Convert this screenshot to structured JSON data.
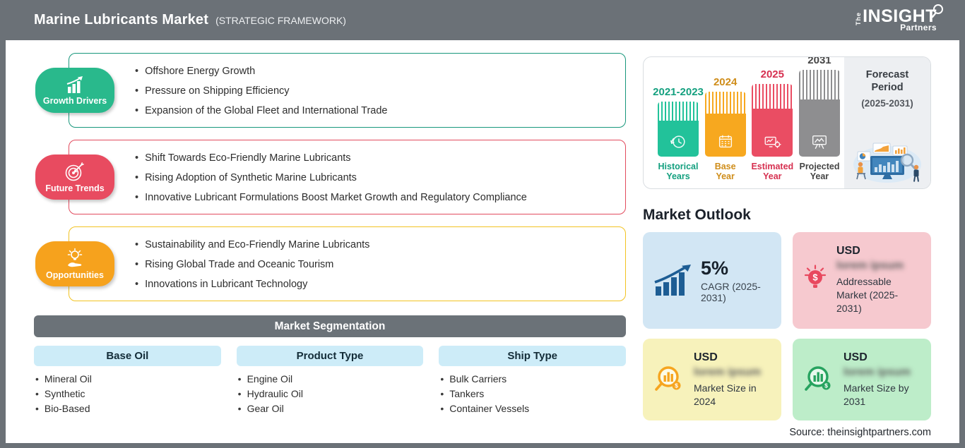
{
  "header": {
    "title": "Marine Lubricants Market",
    "subtitle": "(STRATEGIC FRAMEWORK)",
    "logo": {
      "the": "The",
      "insight": "INSIGHT",
      "partners": "Partners"
    }
  },
  "framework": [
    {
      "label": "Growth Drivers",
      "color": "#29b98c",
      "border_color": "#18977c",
      "icon": "growth-chart-icon",
      "items": [
        "Offshore Energy Growth",
        "Pressure on Shipping Efficiency",
        "Expansion of the Global Fleet and International Trade"
      ]
    },
    {
      "label": "Future Trends",
      "color": "#e84b60",
      "border_color": "#e24b5e",
      "icon": "target-dart-icon",
      "items": [
        "Shift Towards Eco-Friendly Marine Lubricants",
        "Rising Adoption of Synthetic Marine Lubricants",
        "Innovative Lubricant Formulations Boost Market Growth and Regulatory Compliance"
      ]
    },
    {
      "label": "Opportunities",
      "color": "#f6a21d",
      "border_color": "#f2c322",
      "icon": "bulb-hand-icon",
      "items": [
        "Sustainability and Eco-Friendly Marine Lubricants",
        "Rising Global Trade and Oceanic Tourism",
        "Innovations in Lubricant Technology"
      ]
    }
  ],
  "segmentation": {
    "title": "Market Segmentation",
    "columns": [
      {
        "header": "Base Oil",
        "items": [
          "Mineral Oil",
          "Synthetic",
          "Bio-Based"
        ]
      },
      {
        "header": "Product Type",
        "items": [
          "Engine Oil",
          "Hydraulic Oil",
          "Gear Oil"
        ]
      },
      {
        "header": "Ship Type",
        "items": [
          "Bulk Carriers",
          "Tankers",
          "Container Vessels"
        ]
      }
    ]
  },
  "timeline": {
    "bars": [
      {
        "year": "2021-2023",
        "label": "Historical Years",
        "color": "#22c29a",
        "icon": "history-clock-icon"
      },
      {
        "year": "2024",
        "label": "Base Year",
        "color": "#f7a81f",
        "icon": "calendar-icon"
      },
      {
        "year": "2025",
        "label": "Estimated Year",
        "color": "#ea4d63",
        "icon": "estimation-icon"
      },
      {
        "year": "2031",
        "label": "Projected Year",
        "color": "#8e8e90",
        "icon": "projection-icon"
      }
    ],
    "forecast": {
      "title": "Forecast Period",
      "range": "(2025-2031)"
    }
  },
  "outlook": {
    "title": "Market Outlook",
    "cards": [
      {
        "value": "5%",
        "label": "CAGR (2025-2031)",
        "bg": "#d2e6f4",
        "icon": "cagr-chart-icon"
      },
      {
        "currency": "USD",
        "value_blurred": "lorem ipsum",
        "label": "Addressable Market (2025-2031)",
        "bg": "#f6c9cf",
        "icon": "bulb-dollar-icon"
      },
      {
        "currency": "USD",
        "value_blurred": "lorem ipsum",
        "label": "Market Size in 2024",
        "bg": "#f7f2bb",
        "icon": "magnifier-chart-orange-icon"
      },
      {
        "currency": "USD",
        "value_blurred": "lorem ipsum",
        "label": "Market Size by 2031",
        "bg": "#bdedc9",
        "icon": "magnifier-chart-green-icon"
      }
    ]
  },
  "source": "Source: theinsightpartners.com",
  "colors": {
    "header_bg": "#6b7177",
    "segmentation_bar": "#6b7278",
    "segment_header_bg": "#cdecf8",
    "cagr_icon": "#1d5d94",
    "forecast_panel_bg": "#edeff2"
  }
}
